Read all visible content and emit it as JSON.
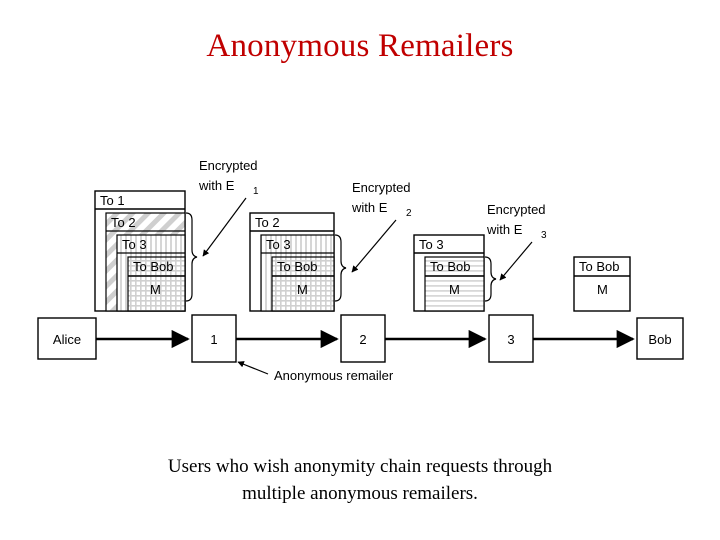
{
  "slide": {
    "title": "Anonymous Remailers",
    "title_color": "#C00000",
    "caption_line1": "Users who wish anonymity chain requests through",
    "caption_line2": "multiple anonymous remailers."
  },
  "diagram": {
    "nodes": [
      {
        "id": "alice",
        "label": "Alice"
      },
      {
        "id": "remailer1",
        "label": "1"
      },
      {
        "id": "remailer2",
        "label": "2"
      },
      {
        "id": "remailer3",
        "label": "3"
      },
      {
        "id": "bob",
        "label": "Bob"
      }
    ],
    "callout": {
      "label": "Anonymous remailer",
      "points_to": "remailer1"
    },
    "packets": [
      {
        "id": "packet-1",
        "above_node": "alice",
        "layers": [
          "To 1",
          "To 2",
          "To 3",
          "To Bob"
        ],
        "payload": "M",
        "annotation_line1": "Encrypted",
        "annotation_line2": "with E",
        "annotation_sub": "1"
      },
      {
        "id": "packet-2",
        "above_node": "remailer1",
        "layers": [
          "To 2",
          "To 3",
          "To Bob"
        ],
        "payload": "M",
        "annotation_line1": "Encrypted",
        "annotation_line2": "with E",
        "annotation_sub": "2"
      },
      {
        "id": "packet-3",
        "above_node": "remailer2",
        "layers": [
          "To 3",
          "To Bob"
        ],
        "payload": "M",
        "annotation_line1": "Encrypted",
        "annotation_line2": "with E",
        "annotation_sub": "3"
      },
      {
        "id": "packet-4",
        "above_node": "remailer3",
        "layers": [
          "To Bob"
        ],
        "payload": "M",
        "annotation_line1": "",
        "annotation_line2": "",
        "annotation_sub": ""
      }
    ]
  }
}
